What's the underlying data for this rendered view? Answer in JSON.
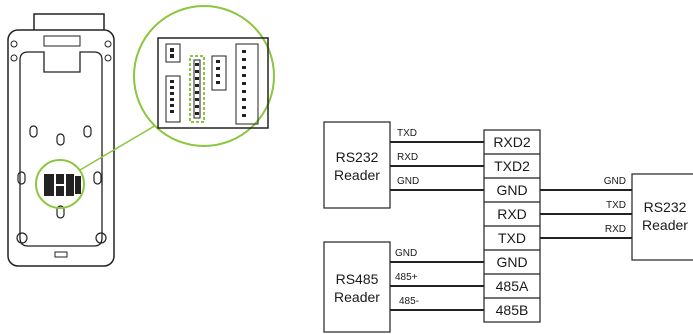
{
  "diagram": {
    "left_reader_rs232": {
      "line1": "RS232",
      "line2": "Reader"
    },
    "left_reader_rs485": {
      "line1": "RS485",
      "line2": "Reader"
    },
    "right_reader_rs232": {
      "line1": "RS232",
      "line2": "Reader"
    },
    "terminals": [
      "RXD2",
      "TXD2",
      "GND",
      "RXD",
      "TXD",
      "GND",
      "485A",
      "485B"
    ],
    "rs232_left_wires": [
      "TXD",
      "RXD",
      "GND"
    ],
    "rs485_wires": [
      "GND",
      "485+",
      "485-"
    ],
    "rs232_right_wires": [
      "GND",
      "TXD",
      "RXD"
    ],
    "colors": {
      "highlight": "#8cc63f",
      "line": "#1a1a1a"
    }
  }
}
